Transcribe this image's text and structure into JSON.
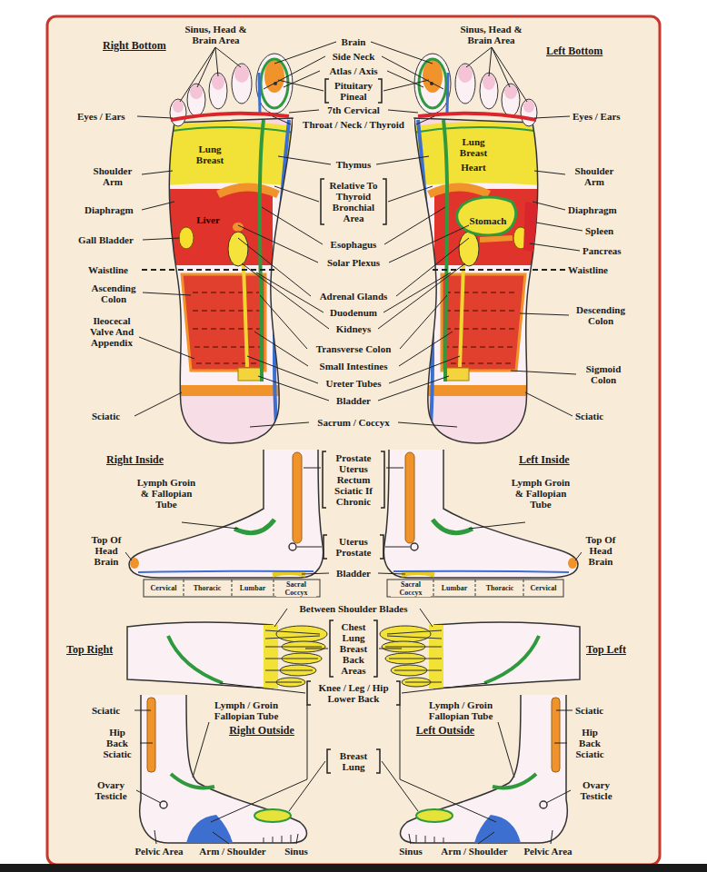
{
  "diagram": {
    "nodes": [
      {
        "text": [
          "Lung Breast"
        ]
      },
      {
        "text": [
          "Liver"
        ]
      },
      {
        "text": [
          "Lung Breast",
          "Heart"
        ]
      },
      {
        "text": [
          "Stomach"
        ]
      }
    ],
    "labels": [
      "Right Bottom",
      "Sinus, Head & Brain Area",
      "Brain",
      "Side Neck",
      "Atlas / Axis",
      "Pituitary Pineal",
      "7th Cervical",
      "Throat / Neck / Thyroid",
      "Sinus, Head & Brain Area",
      "Left Bottom",
      "Eyes / Ears",
      "Eyes / Ears",
      "Shoulder Arm",
      "Thymus",
      "Shoulder Arm",
      "Relative To Thyroid Bronchial Area",
      "Diaphragm",
      "Diaphragm",
      "Spleen",
      "Gall Bladder",
      "Esophagus",
      "Pancreas",
      "Solar Plexus",
      "Waistline",
      "Waistline",
      "Ascending Colon",
      "Adrenal Glands",
      "Duodenum",
      "Descending Colon",
      "Kidneys",
      "Ileocecal Valve And Appendix",
      "Transverse Colon",
      "Small Intestines",
      "Sigmoid Colon",
      "Ureter Tubes",
      "Bladder",
      "Sciatic",
      "Sciatic",
      "Sacrum / Coccyx",
      "Right Inside",
      "Left Inside",
      "Prostate Uterus Rectum Sciatic If Chronic",
      "Lymph Groin & Fallopian Tube",
      "Lymph Groin & Fallopian Tube",
      "Top Of Head Brain",
      "Top Of Head Brain",
      "Uterus Prostate",
      "Bladder",
      "Cervical",
      "Thoracic",
      "Lumbar",
      "Sacral Coccyx",
      "Sacral Coccyx",
      "Lumbar",
      "Thoracic",
      "Cervical",
      "Between Shoulder Blades",
      "Top Right",
      "Top Left",
      "Chest Lung Breast Back Areas",
      "Knee / Leg / Hip Lower Back",
      "Sciatic",
      "Lymph / Groin Fallopian Tube",
      "Lymph / Groin Fallopian Tube",
      "Sciatic",
      "Right Outside",
      "Left Outside",
      "Hip Back Sciatic",
      "Hip Back Sciatic",
      "Breast Lung",
      "Ovary Testicle",
      "Ovary Testicle",
      "Pelvic Area",
      "Arm / Shoulder",
      "Sinus",
      "Sinus",
      "Arm / Shoulder",
      "Pelvic Area"
    ]
  }
}
